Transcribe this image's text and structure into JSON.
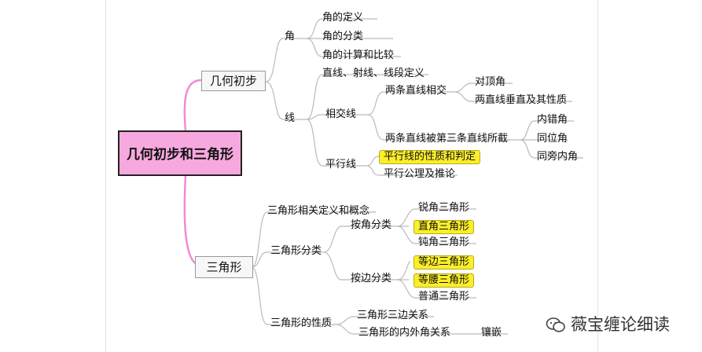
{
  "root": "几何初步和三角形",
  "branches": {
    "geometry": {
      "label": "几何初步",
      "angle": {
        "label": "角",
        "items": [
          "角的定义",
          "角的分类",
          "角的计算和比较"
        ]
      },
      "line": {
        "label": "线",
        "definition": "直线、射线、线段定义",
        "intersecting": {
          "label": "相交线",
          "two_lines": "两条直线相交",
          "two_lines_items": [
            "对顶角",
            "两直线垂直及其性质"
          ],
          "third_line": "两条直线被第三条直线所截",
          "third_line_items": [
            "内错角",
            "同位角",
            "同旁内角"
          ]
        },
        "parallel": {
          "label": "平行线",
          "items": [
            "平行线的性质和判定",
            "平行公理及推论"
          ]
        }
      }
    },
    "triangle": {
      "label": "三角形",
      "definitions": "三角形相关定义和概念",
      "classification": {
        "label": "三角形分类",
        "by_angle": {
          "label": "按角分类",
          "items": [
            "锐角三角形",
            "直角三角形",
            "钝角三角形"
          ]
        },
        "by_side": {
          "label": "按边分类",
          "items": [
            "等边三角形",
            "等腰三角形",
            "普通三角形"
          ]
        }
      },
      "properties": {
        "label": "三角形的性质",
        "sides": "三角形三边关系",
        "angles": "三角形的内外角关系",
        "angles_child": "镶嵌"
      }
    }
  },
  "watermark": "薇宝缠论细读",
  "icon_watermark": "wechat-bubble-icon",
  "colors": {
    "root_fill": "#f6a8df",
    "connector_pink": "#f08bd6",
    "connector_grey": "#b9b9b9",
    "highlight": "#fbee2a"
  }
}
